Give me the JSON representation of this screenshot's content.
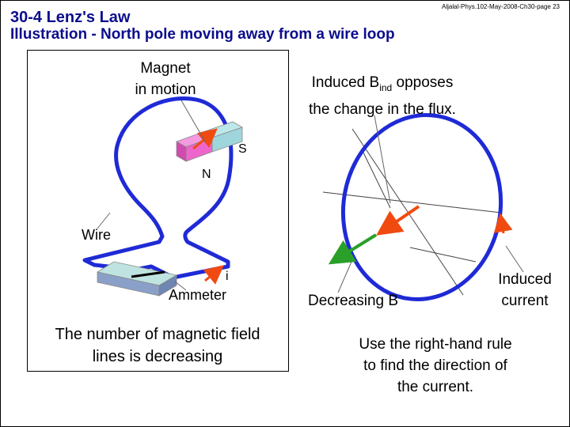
{
  "header": {
    "title_line1": "30-4 Lenz's Law",
    "title_line2": "Illustration - North pole moving away from a wire loop",
    "slide_note": "Aljalal-Phys.102-May-2008-Ch30-page 23"
  },
  "left_panel": {
    "magnet_label_line1": "Magnet",
    "magnet_label_line2": "in motion",
    "pole_s": "S",
    "pole_n": "N",
    "wire_label": "Wire",
    "current_label": "i",
    "ammeter_label": "Ammeter",
    "caption_line1": "The number of magnetic field",
    "caption_line2": "lines is decreasing"
  },
  "right_panel": {
    "induced_text_pre": "Induced B",
    "induced_text_sub": "ind",
    "induced_text_post": " opposes",
    "induced_text_line2": "the change in the flux.",
    "decreasing_label": "Decreasing B",
    "induced_current_line1": "Induced",
    "induced_current_line2": "current",
    "rule_line1": "Use the right-hand rule",
    "rule_line2": "to find the direction of",
    "rule_line3": "the current."
  },
  "colors": {
    "title": "#0b0d8c",
    "loop": "#1f2ad6",
    "arrow_red": "#f04a10",
    "arrow_green": "#2aa02a",
    "magnet_n": "#ee66cc",
    "magnet_s": "#bde8ea",
    "ammeter_top": "#bfe3e0",
    "ammeter_side": "#8aa0c8"
  }
}
